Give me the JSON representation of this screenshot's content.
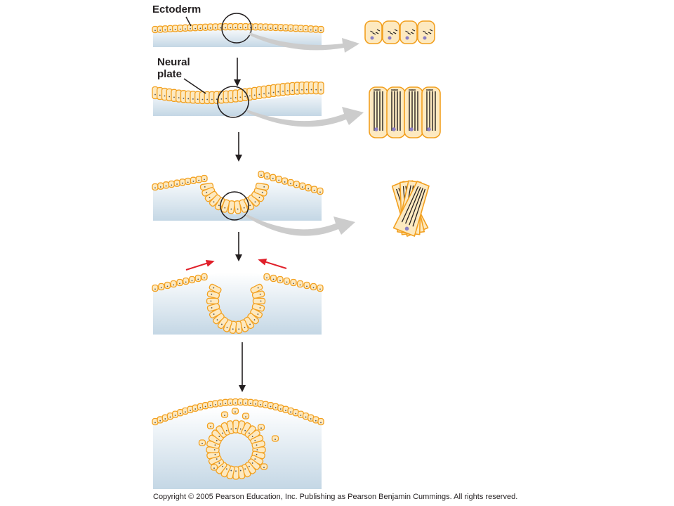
{
  "labels": {
    "ectoderm": "Ectoderm",
    "neural_plate_line1": "Neural",
    "neural_plate_line2": "plate"
  },
  "copyright": "Copyright © 2005 Pearson Education, Inc. Publishing as Pearson Benjamin Cummings. All rights reserved.",
  "colors": {
    "cell_fill": "#fde9c0",
    "cell_stroke": "#f2a01f",
    "tissue_gradient_top": "#ffffff",
    "tissue_gradient_bottom": "#c4d7e5",
    "arrow": "#231f20",
    "inward_arrow": "#e0202a",
    "zoom_arrow": "#cccccc",
    "nucleus": "#8b7fc4",
    "microtubule": "#231f20"
  },
  "icons": {
    "stage_arrow": "arrow-down",
    "zoom_arrow": "curved-arrow-right",
    "fold_arrow": "red-arrow"
  }
}
